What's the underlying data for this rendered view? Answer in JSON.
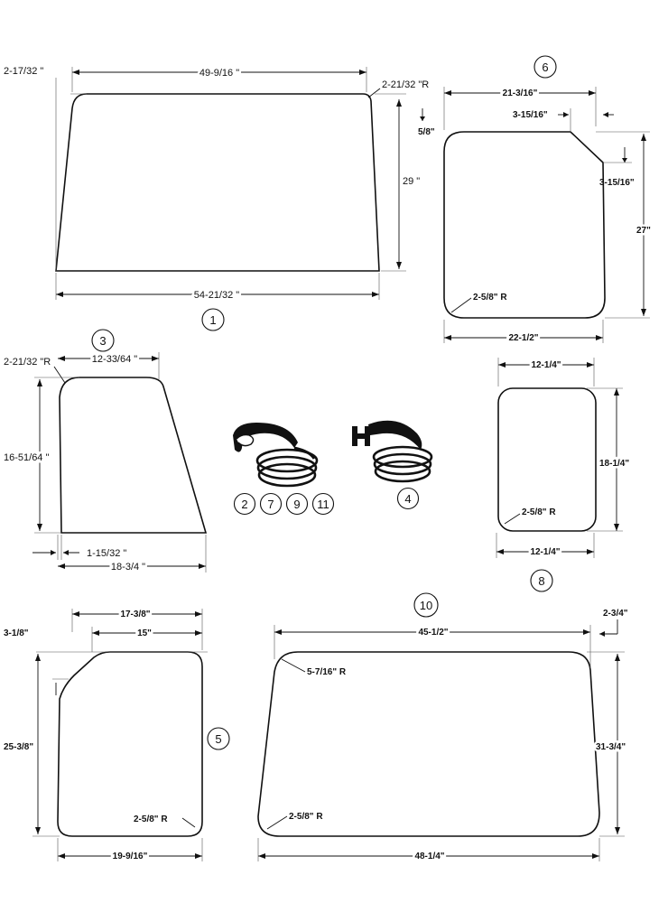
{
  "panels": {
    "p1": {
      "callout": "1",
      "top_width": "49-9/16 \"",
      "offset": "2-17/32 \"",
      "radius": "2-21/32 \"R",
      "height": "29 \"",
      "bottom_width": "54-21/32 \""
    },
    "p6": {
      "callout": "6",
      "top_width": "21-3/16\"",
      "corner_w": "3-15/16\"",
      "corner_h": "3-15/16\"",
      "offset": "5/8\"",
      "height": "27\"",
      "radius": "2-5/8\" R",
      "bottom_width": "22-1/2\""
    },
    "p3": {
      "callout": "3",
      "radius": "2-21/32 \"R",
      "top_width": "12-33/64 \"",
      "height": "16-51/64 \"",
      "offset": "1-15/32 \"",
      "bottom_width": "18-3/4 \""
    },
    "p8": {
      "callout": "8",
      "top_width": "12-1/4\"",
      "height": "18-1/4\"",
      "radius": "2-5/8\" R",
      "bottom_width": "12-1/4\""
    },
    "p5": {
      "callout": "5",
      "outer_width": "17-3/8\"",
      "top_width": "15\"",
      "offset": "3-1/8\"",
      "height": "25-3/8\"",
      "radius": "2-5/8\" R",
      "bottom_width": "19-9/16\""
    },
    "p10": {
      "callout": "10",
      "top_width": "45-1/2\"",
      "offset": "2-3/4\"",
      "radius_top": "5-7/16\" R",
      "height": "31-3/4\"",
      "radius_bottom": "2-5/8\" R",
      "bottom_width": "48-1/4\""
    }
  },
  "gaskets": {
    "left_callouts": [
      "2",
      "7",
      "9",
      "11"
    ],
    "right_callouts": [
      "4"
    ]
  }
}
